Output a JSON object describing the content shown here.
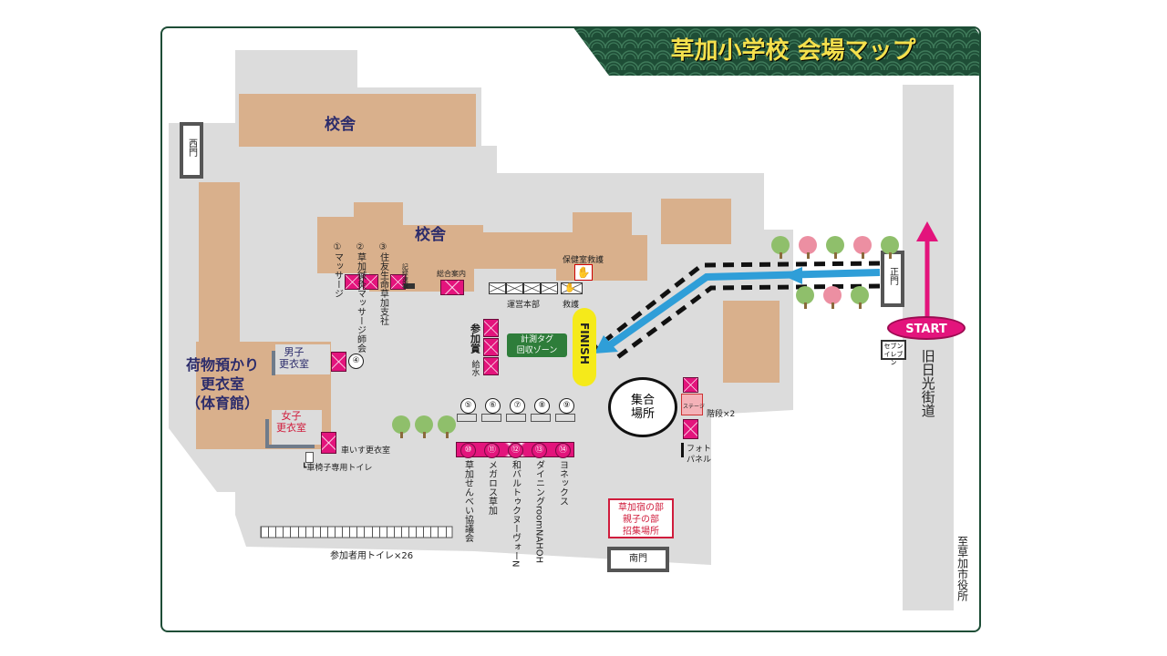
{
  "title": "草加小学校 会場マップ",
  "buildings": {
    "school1": "校舎",
    "school2": "校舎",
    "gym": [
      "荷物預かり",
      "更衣室",
      "（体育館）"
    ]
  },
  "gates": {
    "west": "西門",
    "main": "正門",
    "south": "南門"
  },
  "rooms": {
    "male_locker": [
      "男子",
      "更衣室"
    ],
    "female_locker": [
      "女子",
      "更衣室"
    ]
  },
  "booths_top": {
    "b1": "①マッサージ",
    "b2": "②草加鍼灸マッサージ師会",
    "b3": "③住友生命草加支社",
    "record": "記録速報",
    "info": "総合案内",
    "hq": "運営本部",
    "firstaid": "救護",
    "health_room": "保健室救護"
  },
  "center": {
    "prize": "参加賞",
    "water": "給水",
    "tag_zone": [
      "計測タグ",
      "回収ゾーン"
    ],
    "finish": "FINISH",
    "gathering": [
      "集合",
      "場所"
    ]
  },
  "right_side": {
    "stage": "ステージ",
    "stairs": "階段×2",
    "photo_panel": [
      "フォト",
      "パネル"
    ],
    "recruit": [
      "草加宿の部",
      "親子の部",
      "招集場所"
    ],
    "start": "START",
    "seven_eleven": [
      "セブン",
      "イレブン"
    ],
    "road": "旧日光街道",
    "to_city": "至草加市役所"
  },
  "bottom_booths": {
    "circle_row1": [
      "⑤",
      "⑥",
      "⑦",
      "⑧",
      "⑨"
    ],
    "circle_row2": [
      "⑩",
      "⑪",
      "⑫",
      "⑬",
      "⑭"
    ],
    "b10": "草加せんべい協議会",
    "b11": "メガロス草加",
    "b12": "和バルトゥクヌーヴォーN",
    "b13": "ダイニングroomNAHOH",
    "b14": "ヨネックス",
    "wheelchair_locker": "車いす更衣室",
    "wheelchair_toilet": "車椅子専用トイレ",
    "toilets": "参加者用トイレ×26",
    "num4": "④"
  },
  "colors": {
    "banner": "#1e4d36",
    "title": "#f4e04d",
    "booth": "#e3147c",
    "building": "#d9b08c",
    "ground": "#dcdcdc",
    "route": "#2f9ed8",
    "finish": "#f5ea1a",
    "tag_zone": "#2e7d3a"
  }
}
